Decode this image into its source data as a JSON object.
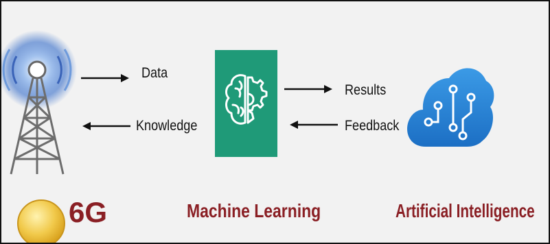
{
  "diagram": {
    "arrow_labels": {
      "data": "Data",
      "knowledge": "Knowledge",
      "results": "Results",
      "feedback": "Feedback"
    },
    "titles": {
      "six_g": "6G",
      "machine_learning": "Machine Learning",
      "artificial_intelligence": "Artificial Intelligence"
    },
    "icons": {
      "tower": "cell-tower-icon",
      "ml": "brain-gear-icon",
      "ai": "circuit-cloud-icon",
      "coin": "gold-coin-icon"
    },
    "colors": {
      "title_red": "#8a1f24",
      "ml_green": "#1f9a78",
      "cloud_blue": "#2f86d6",
      "tower_glow": "#5b8fd9",
      "coin_gold": "#f1c94a"
    }
  }
}
